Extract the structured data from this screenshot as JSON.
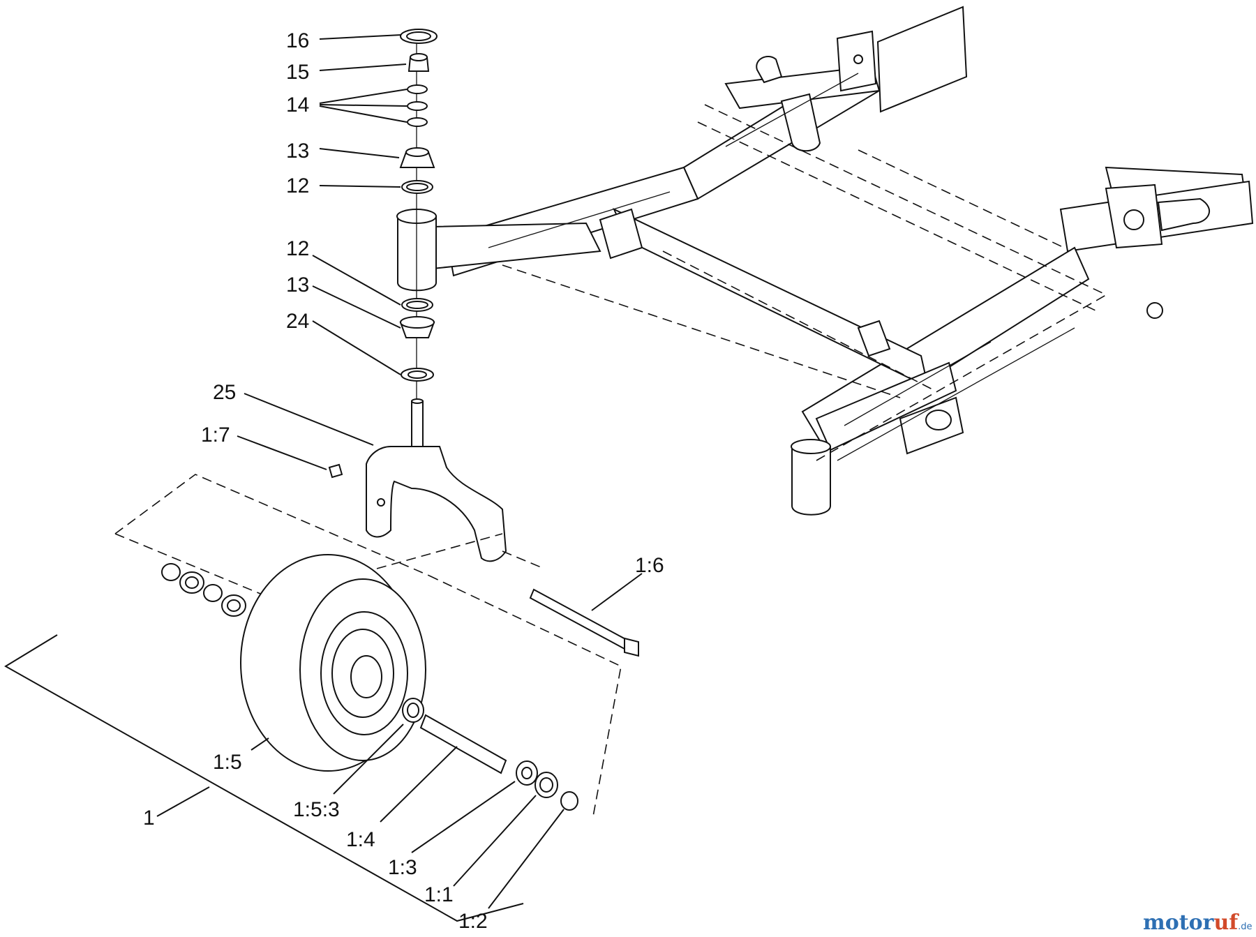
{
  "diagram": {
    "callouts": {
      "c16": "16",
      "c15": "15",
      "c14": "14",
      "c13_top": "13",
      "c12_top": "12",
      "c12_low": "12",
      "c13_low": "13",
      "c24": "24",
      "c25": "25",
      "c1_7": "1:7",
      "c1_6": "1:6",
      "c1_5": "1:5",
      "c1": "1",
      "c1_5_3": "1:5:3",
      "c1_4": "1:4",
      "c1_3": "1:3",
      "c1_1": "1:1",
      "c1_2": "1:2"
    }
  },
  "watermark": {
    "brand_a": "motor",
    "brand_b": "uf",
    "suffix": ".de"
  }
}
